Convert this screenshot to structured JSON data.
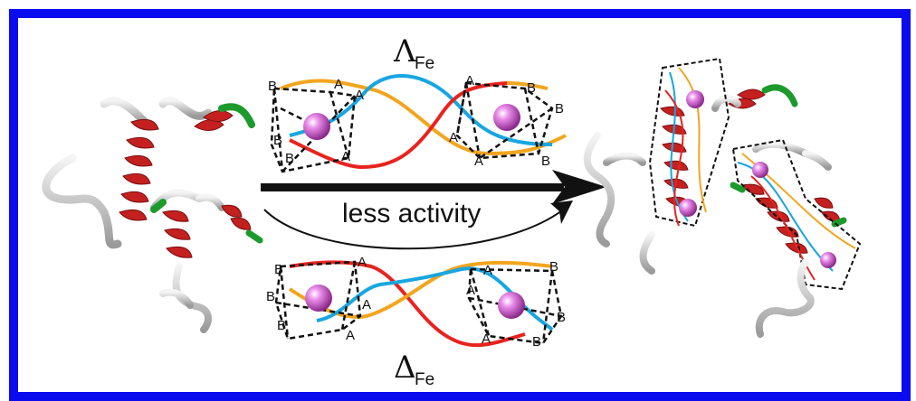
{
  "diagram": {
    "top_label": {
      "symbol": "Λ",
      "subscript": "Fe"
    },
    "bottom_label": {
      "symbol": "Δ",
      "subscript": "Fe"
    },
    "arrow_label": "less activity",
    "vertex_labels": {
      "a": "A",
      "b": "B"
    },
    "colors": {
      "frame": "#0b0bf0",
      "strand_red": "#e8231f",
      "strand_blue": "#18a6e0",
      "strand_orange": "#f2a51e",
      "metal": "#cc55cc",
      "helix": "#c42020",
      "coil": "#c8c8c8",
      "turn": "#1c9a2c"
    }
  }
}
